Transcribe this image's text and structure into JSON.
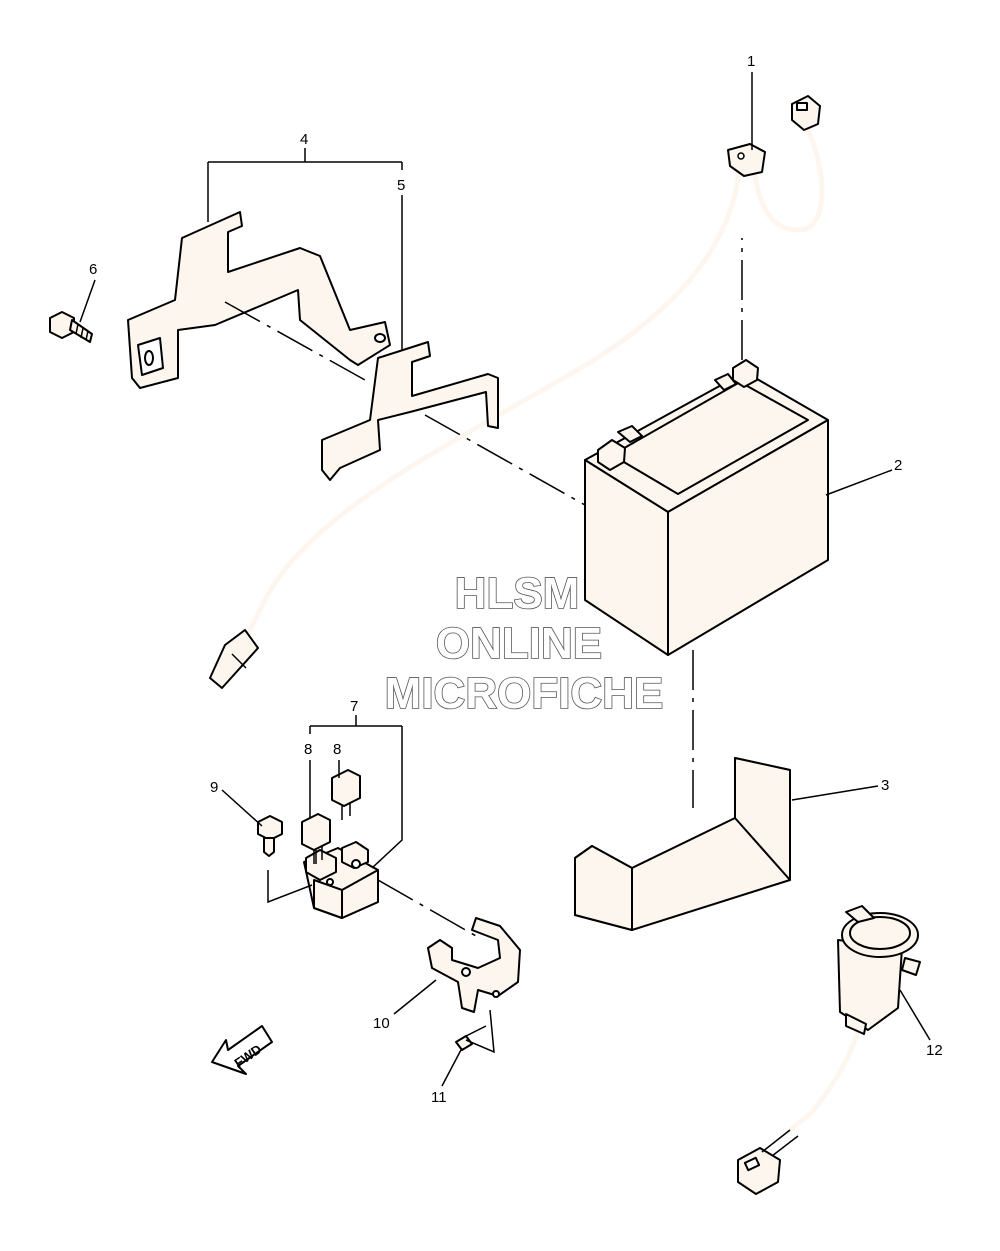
{
  "diagram": {
    "callouts": [
      {
        "id": 1,
        "label": "1"
      },
      {
        "id": 2,
        "label": "2"
      },
      {
        "id": 3,
        "label": "3"
      },
      {
        "id": 4,
        "label": "4"
      },
      {
        "id": 5,
        "label": "5"
      },
      {
        "id": 6,
        "label": "6"
      },
      {
        "id": 7,
        "label": "7"
      },
      {
        "id": 8,
        "label": "8"
      },
      {
        "id": 9,
        "label": "9"
      },
      {
        "id": 10,
        "label": "10"
      },
      {
        "id": 11,
        "label": "11"
      },
      {
        "id": 12,
        "label": "12"
      }
    ],
    "direction_marker": "FWD"
  },
  "watermark": {
    "line1": "HLSM",
    "line2": "ONLINE",
    "line3": "MICROFICHE",
    "color": "#555555"
  },
  "colors": {
    "part_fill": "#fdf6ef",
    "line": "#000000"
  }
}
